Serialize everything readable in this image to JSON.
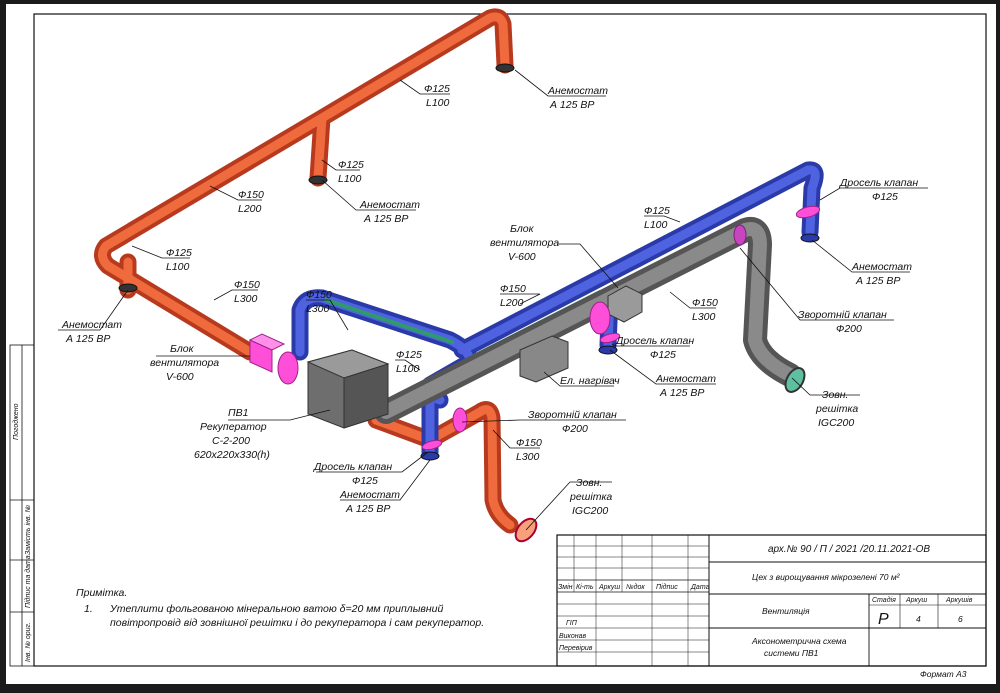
{
  "labels": {
    "anem_top_right": [
      "Анемостат",
      "А 125 ВР"
    ],
    "d125_l100_top": [
      "Ф125",
      "L100"
    ],
    "d125_l100_mid": [
      "Ф125",
      "L100"
    ],
    "anem_mid": [
      "Анемостат",
      "А 125 ВР"
    ],
    "d150_l200_top": [
      "Ф150",
      "L200"
    ],
    "d125_l100_left": [
      "Ф125",
      "L100"
    ],
    "anem_left": [
      "Анемостат",
      "А 125 ВР"
    ],
    "d150_l300_left": [
      "Ф150",
      "L300"
    ],
    "fan_left": [
      "Блок",
      "вентилятора",
      "V-600"
    ],
    "pv1": [
      "ПВ1",
      "Рекуператор",
      "С-2-200",
      "620х220х330(h)"
    ],
    "d150_l300_mid": [
      "Ф150",
      "L300"
    ],
    "d125_l100_center": [
      "Ф125",
      "L100"
    ],
    "damper_bottom": [
      "Дросель клапан",
      "Ф125"
    ],
    "anem_bottom": [
      "Анемостат",
      "А 125 ВР"
    ],
    "fan_right": [
      "Блок",
      "вентилятора",
      "V-600"
    ],
    "d150_l200_right": [
      "Ф150",
      "L200"
    ],
    "d125_l100_right": [
      "Ф125",
      "L100"
    ],
    "damper_top_right": [
      "Дросель клапан",
      "Ф125"
    ],
    "anem_right": [
      "Анемостат",
      "А 125 ВР"
    ],
    "d150_l300_right": [
      "Ф150",
      "L300"
    ],
    "check_valve_right": [
      "Зворотній клапан",
      "Ф200"
    ],
    "damper_center": [
      "Дросель клапан",
      "Ф125"
    ],
    "anem_center": [
      "Анемостат",
      "А 125 ВР"
    ],
    "heater": [
      "Ел. нагрівач"
    ],
    "check_valve_center": [
      "Зворотній клапан",
      "Ф200"
    ],
    "d150_l300_bottom": [
      "Ф150",
      "L300"
    ],
    "grille_right": [
      "Зовн.",
      "решітка",
      "IGC200"
    ],
    "grille_bottom": [
      "Зовн.",
      "решітка",
      "IGC200"
    ]
  },
  "note": {
    "title": "Примітка.",
    "num": "1.",
    "line1": "Утеплити фольгованою мінеральною ватою δ=20 мм приплывний",
    "line2": "повітропровід від зовнішної решітки і до рекуператора і сам рекуператор."
  },
  "side_strip": [
    "Погоджено",
    "Замість інв. №",
    "Підпис та дата",
    "Інв. № ориг."
  ],
  "title_block": {
    "project_code": "арх.№ 90 / П / 2021 /20.11.2021-ОВ",
    "object": "Цех з вирощування мікрозелені 70 м²",
    "section": "Вентиляція",
    "drawing": [
      "Аксонометрична схема",
      "системи ПВ1"
    ],
    "col_headers": [
      "Змін",
      "Кі-ть",
      "Аркуш",
      "№док",
      "Підпис",
      "Дата"
    ],
    "roles": [
      "ГІП",
      "Виконав",
      "Перевірив"
    ],
    "stage_label": "Стадія",
    "sheet_label": "Аркуш",
    "sheets_label": "Аркушів",
    "stage": "Р",
    "sheet": "4",
    "sheets": "6"
  },
  "format": "Формат А3"
}
